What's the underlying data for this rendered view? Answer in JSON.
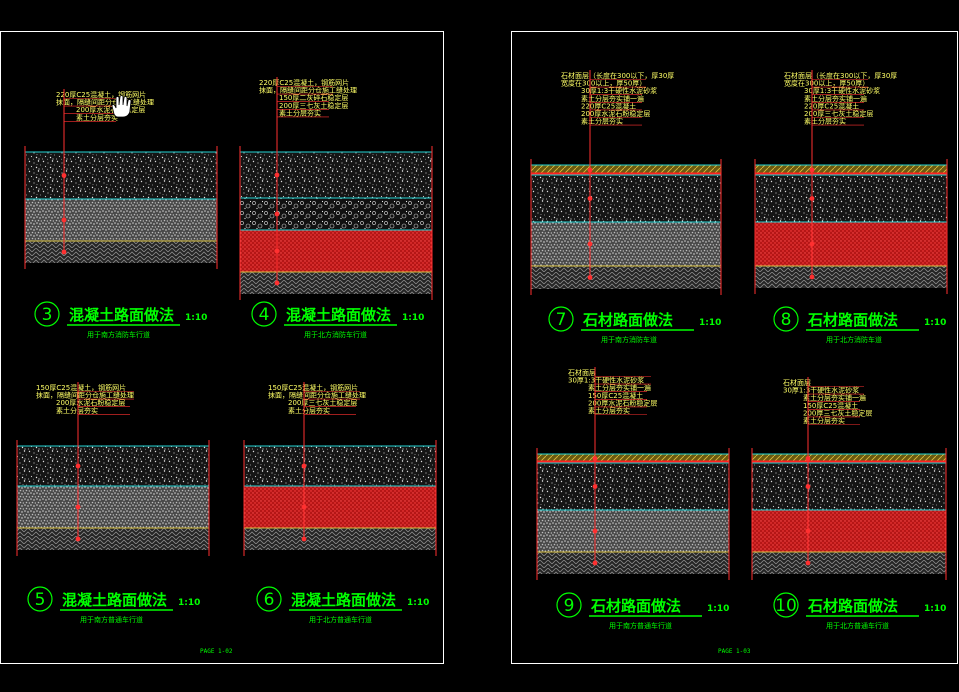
{
  "colors": {
    "frame": "#ffffff",
    "title": "#00ff00",
    "annotation": "#ffff66",
    "leader": "#ff3030",
    "cyan_line": "#22d3d3",
    "yellow_line": "#d8c040",
    "red_fill": "#c81818"
  },
  "sheets": [
    {
      "page_label": "PAGE  1-02"
    },
    {
      "page_label": "PAGE  1-03"
    }
  ],
  "details": [
    {
      "id": "d3",
      "number": "3",
      "title": "混凝土路面做法",
      "scale": "1:10",
      "subtitle": "用于南方消防车行道",
      "annotations": [
        "220厚C25混凝土，钢筋网片",
        "抹面，隔缝间距分仓施工缝处理",
        "200厚水泥石粉稳定层",
        "素土分层夯实"
      ],
      "layers": [
        "speckle",
        "gravel",
        "herring"
      ]
    },
    {
      "id": "d4",
      "number": "4",
      "title": "混凝土路面做法",
      "scale": "1:10",
      "subtitle": "用于北方消防车行道",
      "annotations": [
        "220厚C25混凝土，钢筋网片",
        "抹面，隔缝间距分仓施工缝处理",
        "150厚二灰碎石稳定层",
        "200厚三七灰土稳定层",
        "素土分层夯实"
      ],
      "layers": [
        "speckle",
        "rubble",
        "red",
        "herring"
      ]
    },
    {
      "id": "d5",
      "number": "5",
      "title": "混凝土路面做法",
      "scale": "1:10",
      "subtitle": "用于南方普通车行道",
      "annotations": [
        "150厚C25混凝土，钢筋网片",
        "抹面，隔缝间距分仓施工缝处理",
        "200厚水泥石粉稳定层",
        "素土分层夯实"
      ],
      "layers": [
        "speckle",
        "gravel",
        "herring"
      ]
    },
    {
      "id": "d6",
      "number": "6",
      "title": "混凝土路面做法",
      "scale": "1:10",
      "subtitle": "用于北方普通车行道",
      "annotations": [
        "150厚C25混凝土，钢筋网片",
        "抹面，隔缝间距分仓施工缝处理",
        "200厚三七灰土稳定层",
        "素土分层夯实"
      ],
      "layers": [
        "speckle",
        "red",
        "herring"
      ]
    },
    {
      "id": "d7",
      "number": "7",
      "title": "石材路面做法",
      "scale": "1:10",
      "subtitle": "用于南方消防车道",
      "annotations": [
        "石材面层（长度在300以下，厚30厚",
        "宽度在300以上，厚50厚）",
        "30厚1:3干硬性水泥砂浆",
        "素土分层夯实铺一遍",
        "220厚C25混凝土",
        "200厚水泥石粉稳定层",
        "素土分层夯实"
      ],
      "layers": [
        "paving",
        "speckle",
        "gravel",
        "herring"
      ]
    },
    {
      "id": "d8",
      "number": "8",
      "title": "石材路面做法",
      "scale": "1:10",
      "subtitle": "用于北方消防车道",
      "annotations": [
        "石材面层（长度在300以下，厚30厚",
        "宽度在300以上，厚50厚）",
        "30厚1:3干硬性水泥砂浆",
        "素土分层夯实铺一遍",
        "220厚C25混凝土",
        "200厚三七灰土稳定层",
        "素土分层夯实"
      ],
      "layers": [
        "paving",
        "speckle",
        "red",
        "herring"
      ]
    },
    {
      "id": "d9",
      "number": "9",
      "title": "石材路面做法",
      "scale": "1:10",
      "subtitle": "用于南方普通车行道",
      "annotations": [
        "石材面层",
        "30厚1:3干硬性水泥砂浆",
        "素土分层夯实铺一遍",
        "150厚C25混凝土",
        "200厚水泥石粉稳定层",
        "素土分层夯实"
      ],
      "layers": [
        "paving",
        "speckle",
        "gravel",
        "herring"
      ]
    },
    {
      "id": "d10",
      "number": "10",
      "title": "石材路面做法",
      "scale": "1:10",
      "subtitle": "用于北方普通车行道",
      "annotations": [
        "石材面层",
        "30厚1:3干硬性水泥砂浆",
        "素土分层夯实铺一遍",
        "150厚C25混凝土",
        "200厚三七灰土稳定层",
        "素土分层夯实"
      ],
      "layers": [
        "paving",
        "speckle",
        "red",
        "herring"
      ]
    }
  ]
}
